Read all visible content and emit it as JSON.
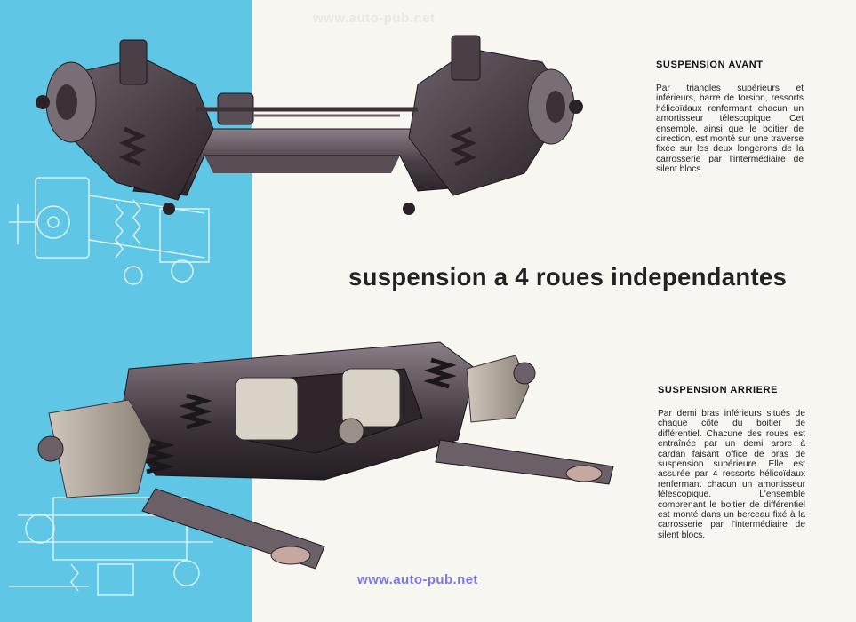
{
  "watermark": {
    "top": "www.auto-pub.net",
    "bottom": "www.auto-pub.net"
  },
  "title": "suspension a 4 roues independantes",
  "front": {
    "heading": "SUSPENSION AVANT",
    "text": "Par triangles supérieurs et inférieurs, barre de torsion, ressorts hélicoïdaux renfermant chacun un amortisseur télescopique. Cet ensemble, ainsi que le boitier de direction, est monté sur une traverse fixée sur les deux longerons de la carrosserie par l'intermédiaire de silent blocs."
  },
  "rear": {
    "heading": "SUSPENSION ARRIERE",
    "text": "Par demi bras inférieurs situés de chaque côté du boitier de différentiel. Chacune des roues est entraînée par un demi arbre à cardan faisant office de bras de suspension supérieure. Elle est assurée par 4 ressorts hélicoïdaux renfermant chacun un amortisseur télescopique. L'ensemble comprenant le boitier de différentiel est monté dans un berceau fixé à la carrosserie par l'intermédiaire de silent blocs."
  },
  "colors": {
    "band": "#5fc6e6",
    "watermark_bottom": "#7b78e4",
    "metal_dark": "#3a3238",
    "metal_mid": "#6c6068"
  },
  "illustrations": [
    "front-suspension-illustration",
    "rear-suspension-illustration",
    "front-blueprint-sketch",
    "rear-blueprint-sketch"
  ]
}
